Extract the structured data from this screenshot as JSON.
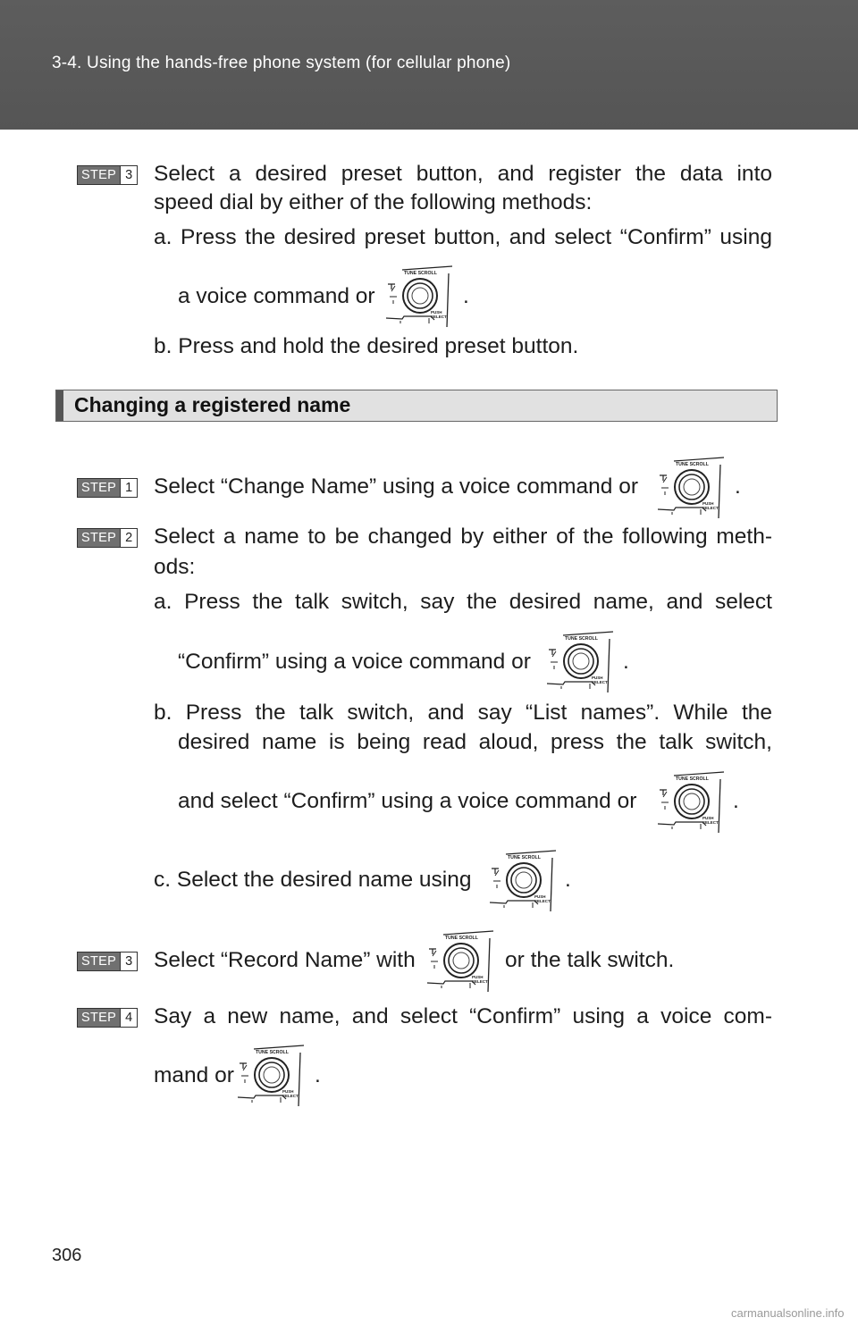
{
  "header": {
    "title": "3-4. Using the hands-free phone system (for cellular phone)"
  },
  "step_label": "STEP",
  "block1": {
    "step_num": "3",
    "line1": "Select a desired preset button, and register the data into",
    "line2": "speed dial by either of the following methods:",
    "a_line1": "a. Press the desired preset button, and select “Confirm” using",
    "a_line2_pre": "a voice command or",
    "a_line2_post": ".",
    "b_line": "b. Press and hold the desired preset button."
  },
  "section": {
    "title": "Changing a registered name"
  },
  "step1": {
    "num": "1",
    "text_pre": "Select “Change Name” using a voice command or",
    "text_post": "."
  },
  "step2": {
    "num": "2",
    "line1": "Select a name to be changed by either of the following meth-",
    "line2": "ods:",
    "a_line1": "a. Press the talk switch, say the desired name, and select",
    "a_line2_pre": "“Confirm” using a voice command or",
    "a_line2_post": ".",
    "b_line1": "b. Press the talk switch, and say “List names”. While the",
    "b_line2": "desired name is being read aloud, press the talk switch,",
    "b_line3_pre": "and select “Confirm” using a voice command or",
    "b_line3_post": ".",
    "c_line_pre": "c. Select the desired name using",
    "c_line_post": "."
  },
  "step3": {
    "num": "3",
    "text_pre": "Select “Record Name” with",
    "text_post": "or the talk switch."
  },
  "step4": {
    "num": "4",
    "line1": "Say a new name, and select “Confirm” using a voice com-",
    "line2_pre": "mand or",
    "line2_post": "."
  },
  "knob": {
    "top_label": "TUNE SCROLL",
    "bottom_label_1": "PUSH",
    "bottom_label_2": "SELECT"
  },
  "page_number": "306",
  "watermark": "carmanualsonline.info"
}
